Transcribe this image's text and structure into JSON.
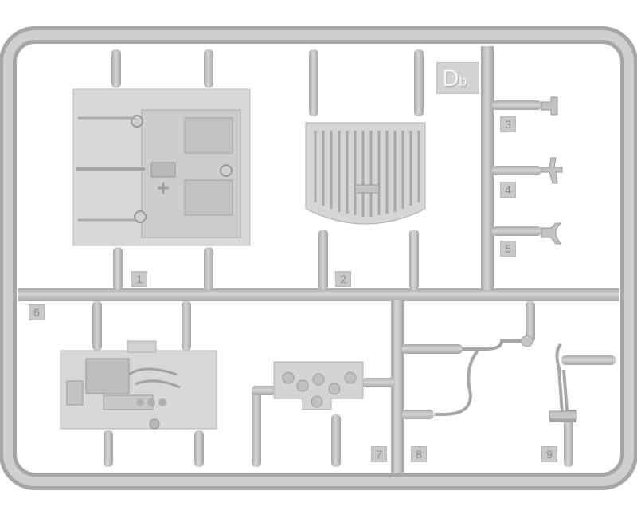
{
  "sprue": {
    "code_letter": "D",
    "code_suffix": "b",
    "part_numbers": [
      "1",
      "2",
      "3",
      "4",
      "5",
      "6",
      "7",
      "8",
      "9"
    ]
  },
  "colors": {
    "plastic": "#bdbdbd",
    "plastic_light": "#d4d4d4",
    "plastic_dark": "#9e9e9e",
    "background": "#ffffff"
  }
}
